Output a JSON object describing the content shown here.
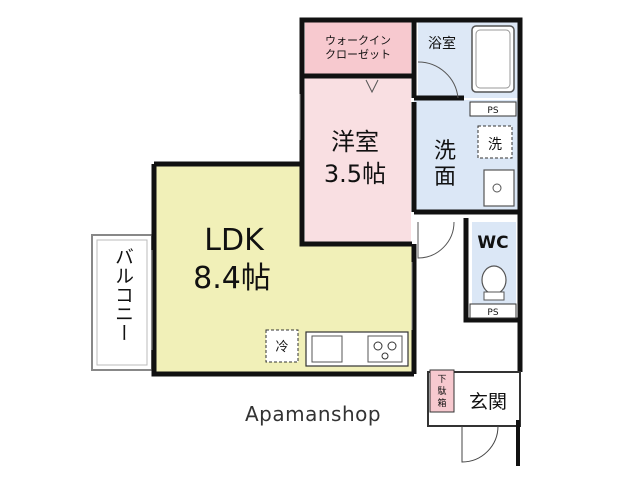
{
  "floorplan": {
    "walk_in_closet": {
      "line1": "ウォークイン",
      "line2": "クローゼット"
    },
    "western_room": {
      "name": "洋室",
      "size": "3.5帖"
    },
    "bath": {
      "name": "浴室"
    },
    "ps_labels": [
      "PS",
      "PS"
    ],
    "washroom": {
      "line1": "洗",
      "line2": "面"
    },
    "washer": {
      "label": "洗"
    },
    "wc": {
      "name": "WC"
    },
    "ldk": {
      "name": "LDK",
      "size": "8.4帖"
    },
    "fridge": {
      "label": "冷"
    },
    "balcony": {
      "name": "バルコニー"
    },
    "shoebox": {
      "line1": "下",
      "line2": "駄",
      "line3": "箱"
    },
    "entrance": {
      "name": "玄関"
    }
  },
  "watermark": "Apamanshop",
  "colors": {
    "wall": "#111111",
    "closet_fill": "#f7c9cf",
    "western_fill": "#f9dfe2",
    "ldk_fill": "#f1f0b8",
    "wet_fill": "#d5e4f4",
    "washroom_fill": "#dbe7f6"
  }
}
